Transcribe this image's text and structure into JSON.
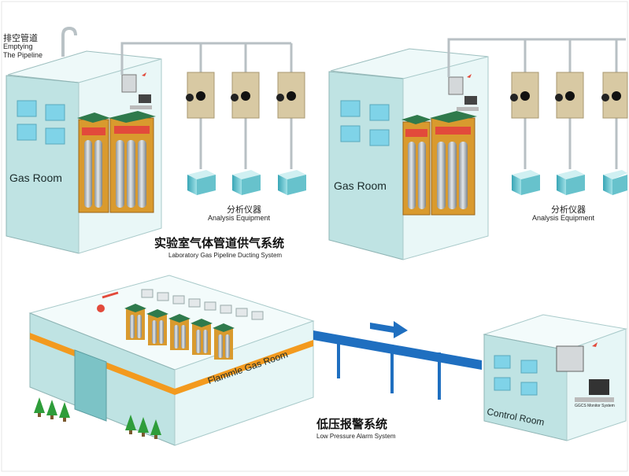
{
  "labels": {
    "empty_pipe_cn": "排空管道",
    "empty_pipe_en_1": "Emptying",
    "empty_pipe_en_2": "The Pipeline",
    "gas_room_left": "Gas Room",
    "gas_room_right": "Gas Room",
    "analysis_cn_left": "分析仪器",
    "analysis_en_left": "Analysis Equipment",
    "analysis_cn_right": "分析仪器",
    "analysis_en_right": "Analysis Equipment",
    "lab_system_cn": "实验室气体管道供气系统",
    "lab_system_en": "Laboratory Gas Pipeline Ducting System",
    "flamme_room": "Flammle Gas Room",
    "control_room": "Control Room",
    "alarm_cn": "低压报警系统",
    "alarm_en": "Low Pressure Alarm System",
    "monitor_label": "GGCS Monitor System"
  },
  "colors": {
    "wall_front": "#bfe3e3",
    "wall_side": "#e9f7f7",
    "pipe_blue": "#1f6fc0",
    "orange_band": "#f39a1e",
    "panel_tan": "#d8c9a3",
    "cabinet_green": "#2f7a4c",
    "tree_green": "#2e9d3a"
  }
}
